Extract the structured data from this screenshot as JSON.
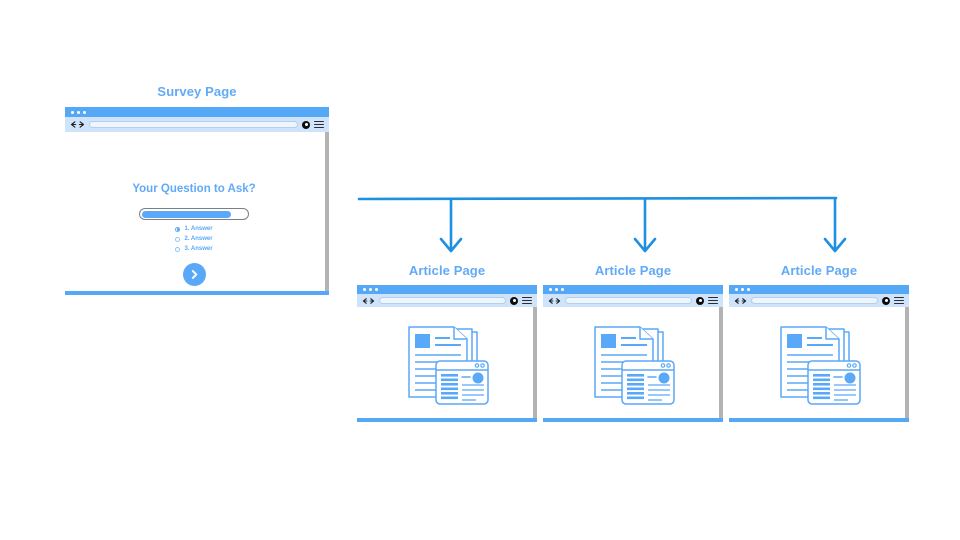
{
  "theme": {
    "accent": "#55a8f5",
    "accent_light": "#62aaf7",
    "accent_fill": "#5aa9f8",
    "toolbar_bg": "#cfe4fb",
    "scrollbar": "#b3b3b3",
    "connector_line": "#1f8fe0",
    "background": "#ffffff"
  },
  "survey": {
    "label": "Survey Page",
    "window": {
      "titlebar_dots": 3,
      "nav_back_icon": "arrow-left-icon",
      "nav_forward_icon": "arrow-right-icon",
      "url_value": "",
      "url_placeholder": "",
      "account_icon": "account-circle-icon",
      "menu_icon": "hamburger-menu-icon",
      "scrollbar_icon": "vertical-scrollbar"
    },
    "question": "Your Question to Ask?",
    "input": {
      "value": "",
      "placeholder": "",
      "fill_percent": 85
    },
    "options": [
      {
        "label": "1. Answer",
        "selected": true
      },
      {
        "label": "2. Answer",
        "selected": false
      },
      {
        "label": "3. Answer",
        "selected": false
      }
    ],
    "next_button": {
      "icon": "chevron-right-icon",
      "label": ""
    }
  },
  "connector": {
    "type": "one-to-many-branch",
    "branches": 3,
    "arrow_icon": "arrow-down-icon"
  },
  "articles": [
    {
      "label": "Article Page",
      "window": {
        "titlebar_dots": 3,
        "nav_back_icon": "arrow-left-icon",
        "nav_forward_icon": "arrow-right-icon",
        "url_value": "",
        "url_placeholder": "",
        "account_icon": "account-circle-icon",
        "menu_icon": "hamburger-menu-icon",
        "scrollbar_icon": "vertical-scrollbar"
      },
      "illustration": "article-documents-icon"
    },
    {
      "label": "Article Page",
      "window": {
        "titlebar_dots": 3,
        "nav_back_icon": "arrow-left-icon",
        "nav_forward_icon": "arrow-right-icon",
        "url_value": "",
        "url_placeholder": "",
        "account_icon": "account-circle-icon",
        "menu_icon": "hamburger-menu-icon",
        "scrollbar_icon": "vertical-scrollbar"
      },
      "illustration": "article-documents-icon"
    },
    {
      "label": "Article Page",
      "window": {
        "titlebar_dots": 3,
        "nav_back_icon": "arrow-left-icon",
        "nav_forward_icon": "arrow-right-icon",
        "url_value": "",
        "url_placeholder": "",
        "account_icon": "account-circle-icon",
        "menu_icon": "hamburger-menu-icon",
        "scrollbar_icon": "vertical-scrollbar"
      },
      "illustration": "article-documents-icon"
    }
  ]
}
